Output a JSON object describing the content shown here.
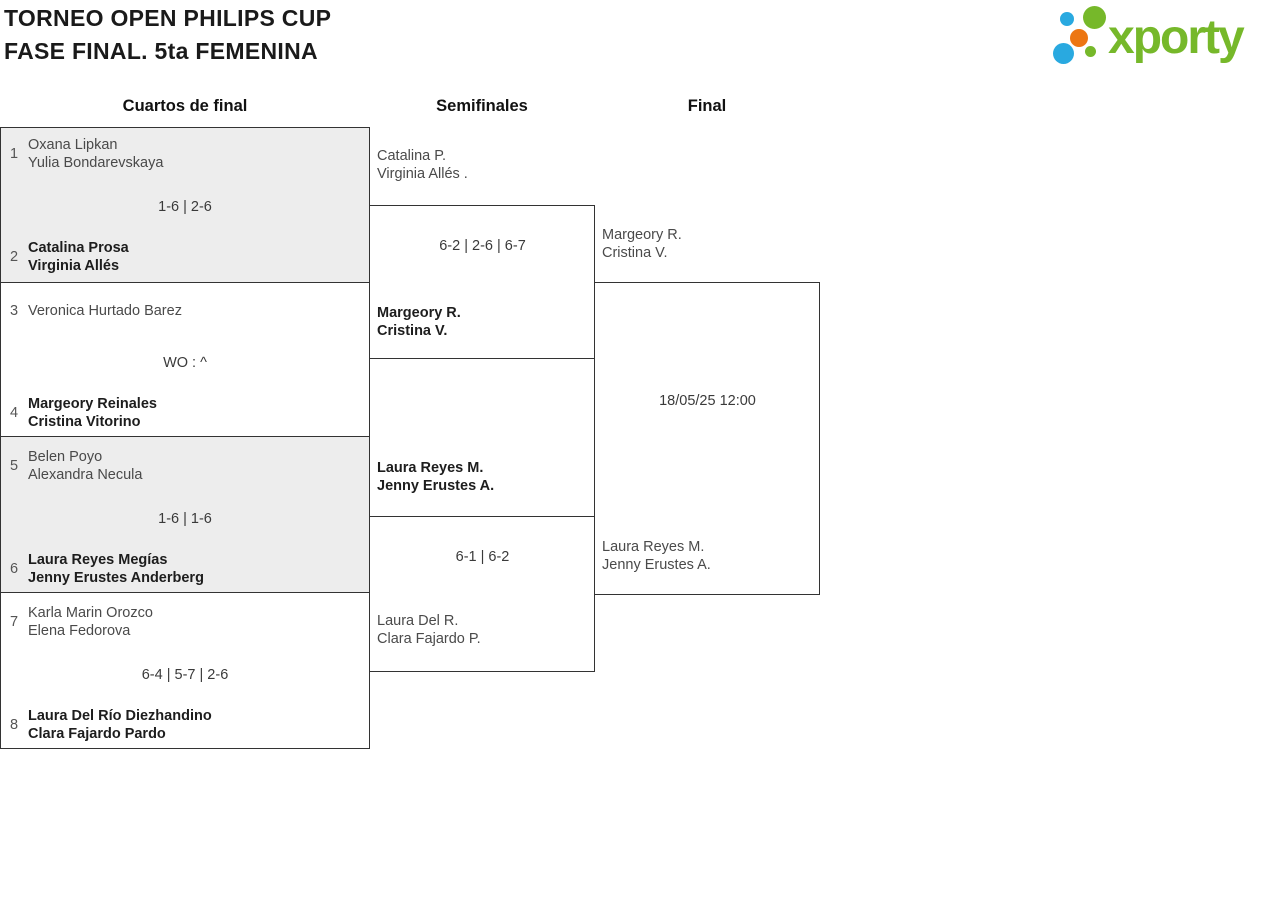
{
  "title": {
    "line1": "TORNEO OPEN PHILIPS CUP",
    "line2": "FASE FINAL. 5ta FEMENINA"
  },
  "logo": {
    "text": "xporty"
  },
  "colors": {
    "brand_green": "#76b82a",
    "brand_blue": "#29a9e0",
    "brand_orange": "#ec7612",
    "bracket_border": "#333333",
    "match_alt_background": "#ededed"
  },
  "rounds": {
    "quarterfinals_label": "Cuartos de final",
    "semifinals_label": "Semifinales",
    "final_label": "Final"
  },
  "quarterfinals": [
    {
      "seed_top": "1",
      "team_top": [
        "Oxana Lipkan",
        "Yulia Bondarevskaya"
      ],
      "score": "1-6 | 2-6",
      "seed_bottom": "2",
      "team_bottom": [
        "Catalina Prosa",
        "Virginia Allés"
      ]
    },
    {
      "seed_top": "3",
      "team_top": [
        "Veronica Hurtado Barez"
      ],
      "score": "WO : ^",
      "seed_bottom": "4",
      "team_bottom": [
        "Margeory Reinales",
        "Cristina Vitorino"
      ]
    },
    {
      "seed_top": "5",
      "team_top": [
        "Belen Poyo",
        "Alexandra Necula"
      ],
      "score": "1-6 | 1-6",
      "seed_bottom": "6",
      "team_bottom": [
        "Laura Reyes Megías",
        "Jenny Erustes Anderberg"
      ]
    },
    {
      "seed_top": "7",
      "team_top": [
        "Karla Marin Orozco",
        "Elena Fedorova"
      ],
      "score": "6-4 | 5-7 | 2-6",
      "seed_bottom": "8",
      "team_bottom": [
        "Laura Del Río Diezhandino",
        "Clara Fajardo Pardo"
      ]
    }
  ],
  "semifinals": [
    {
      "team_top": [
        "Catalina P.",
        "Virginia Allés ."
      ],
      "score": "6-2 | 2-6 | 6-7",
      "team_bottom": [
        "Margeory R.",
        "Cristina V."
      ]
    },
    {
      "team_top": [
        "Laura Reyes M.",
        "Jenny Erustes A."
      ],
      "score": "6-1 | 6-2",
      "team_bottom": [
        "Laura Del R.",
        "Clara Fajardo P."
      ]
    }
  ],
  "final": {
    "team_top": [
      "Margeory R.",
      "Cristina V."
    ],
    "schedule": "18/05/25 12:00",
    "team_bottom": [
      "Laura Reyes M.",
      "Jenny Erustes A."
    ]
  }
}
